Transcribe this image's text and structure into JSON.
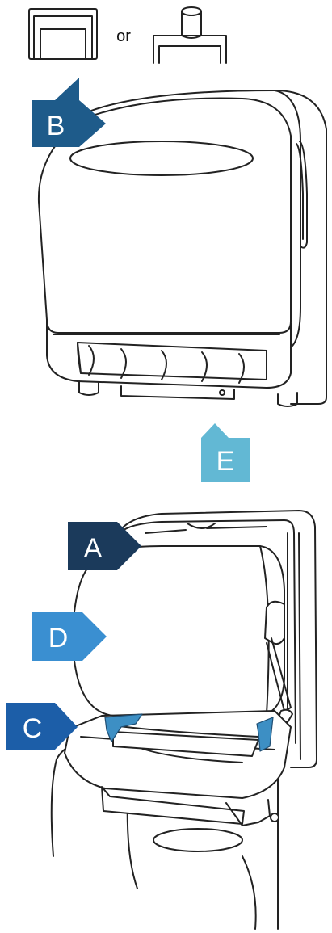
{
  "connector_text": "or",
  "labels": {
    "A": {
      "text": "A",
      "color": "#1b3a5b"
    },
    "B": {
      "text": "B",
      "color": "#1e5b8a"
    },
    "C": {
      "text": "C",
      "color": "#1c5ea8"
    },
    "D": {
      "text": "D",
      "color": "#3a8fd1"
    },
    "E": {
      "text": "E",
      "color": "#62b8d4"
    }
  },
  "colors": {
    "line": "#222222",
    "accent": "#3d8fc4",
    "body_fill": "#ffffff"
  }
}
